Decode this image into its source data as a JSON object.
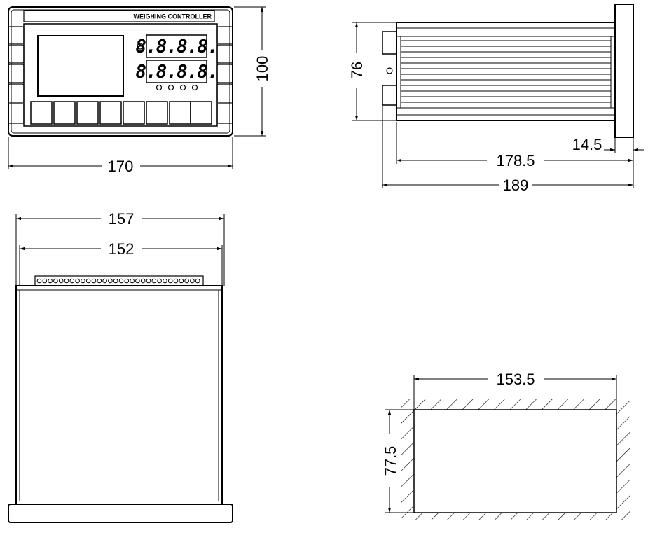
{
  "front_view": {
    "title": "WEIGHING CONTROLLER",
    "display_top": "8.8.8.8.",
    "display_bottom": "8.8.8.8.",
    "width_label": "170",
    "height_label": "100"
  },
  "side_view": {
    "height_label": "76",
    "flange_label": "14.5",
    "body_length_label": "178.5",
    "total_length_label": "189"
  },
  "top_view": {
    "outer_width_label": "157",
    "inner_width_label": "152"
  },
  "cutout": {
    "width_label": "153.5",
    "height_label": "77.5"
  }
}
